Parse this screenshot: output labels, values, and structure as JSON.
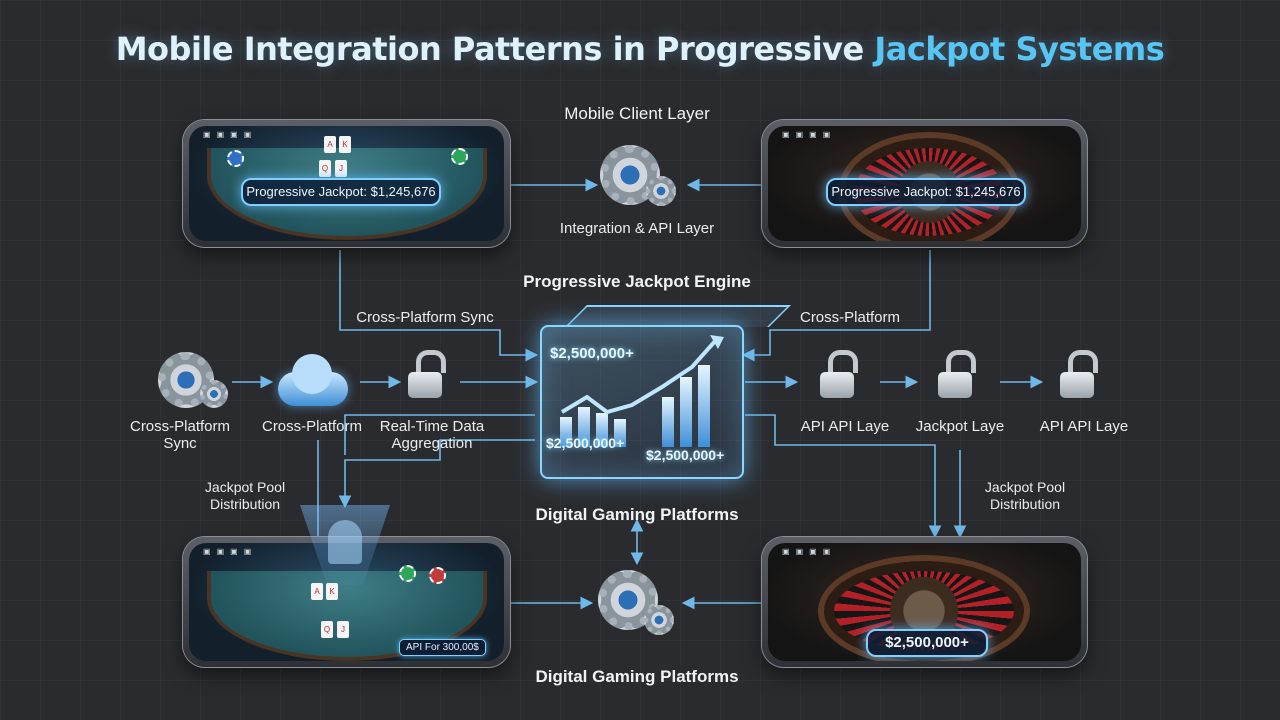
{
  "title": {
    "main": "Mobile Integration Patterns in Progressive ",
    "accent": "Jackpot Systems"
  },
  "labels": {
    "mobile_client_layer": "Mobile Client Layer",
    "integration_api_layer": "Integration & API Layer",
    "progressive_jackpot_engine": "Progressive Jackpot Engine",
    "cross_platform_sync_top": "Cross-Platform Sync",
    "cross_platform_right_top": "Cross-Platform",
    "cross_platform_sync_left": "Cross-Platform\nSync",
    "cross_platform_cloud": "Cross-Platform",
    "real_time_data": "Real-Time Data\nAggregation",
    "api_laye_1": "API API Laye",
    "jackpot_laye": "Jackpot Laye",
    "api_laye_2": "API API Laye",
    "jackpot_pool_left": "Jackpot Pool\nDistribution",
    "jackpot_pool_right": "Jackpot Pool\nDistribution",
    "digital_gaming_mid": "Digital Gaming Platforms",
    "digital_gaming_bottom": "Digital Gaming Platforms"
  },
  "cube": {
    "value_top": "$2,500,000+",
    "value_left": "$2,500,000+",
    "value_right": "$2,500,000+"
  },
  "phones": {
    "top_left_jackpot": "Progressive Jackpot: $1,245,676",
    "top_right_jackpot": "Progressive Jackpot: $1,245,676",
    "bottom_left_tag": "API For 300,00$",
    "bottom_right_jackpot": "$2,500,000+"
  },
  "colors": {
    "background": "#2a2b2e",
    "accent": "#58c6f5",
    "glow": "#7fd0ff",
    "connector": "#6fb8e8"
  },
  "icons": [
    "gear-icon",
    "cloud-sync-icon",
    "lock-icon",
    "circuit-lock-icon",
    "bar-chart-icon",
    "hologram-person-icon"
  ]
}
